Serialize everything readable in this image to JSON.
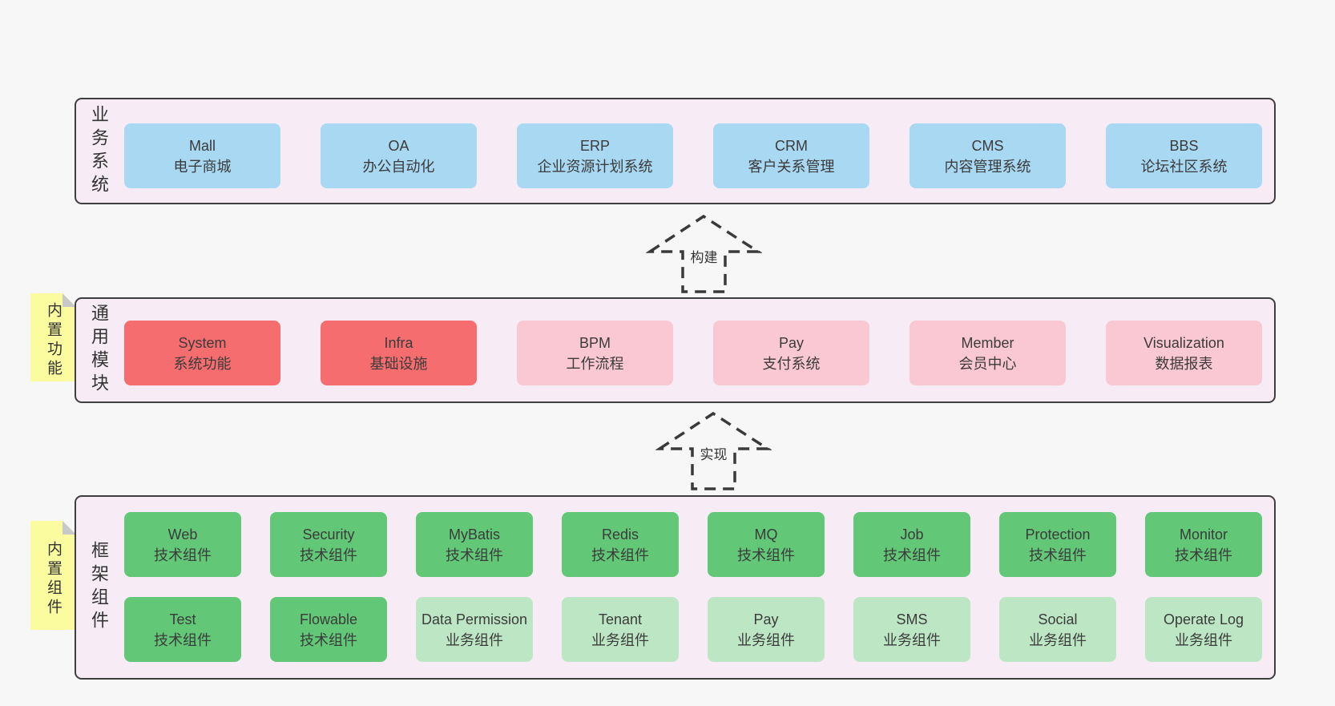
{
  "page": {
    "background": "#f7f7f7"
  },
  "palette": {
    "band_background": "#f7ecf5",
    "band_border": "#3f3f3f",
    "blue": "#a9d8f3",
    "red": "#f56d6f",
    "pink": "#fac8d2",
    "green": "#62c777",
    "lightgreen": "#bde7c4",
    "note_yellow": "#fbfb9f",
    "note_fold_gray": "#c8c8c8",
    "text": "#3b3b3b"
  },
  "arrows": [
    {
      "label": "构建"
    },
    {
      "label": "实现"
    }
  ],
  "bands": [
    {
      "side_label": "业务系统",
      "boxes": [
        {
          "title": "Mall",
          "subtitle": "电子商城",
          "color": "blue"
        },
        {
          "title": "OA",
          "subtitle": "办公自动化",
          "color": "blue"
        },
        {
          "title": "ERP",
          "subtitle": "企业资源计划系统",
          "color": "blue"
        },
        {
          "title": "CRM",
          "subtitle": "客户关系管理",
          "color": "blue"
        },
        {
          "title": "CMS",
          "subtitle": "内容管理系统",
          "color": "blue"
        },
        {
          "title": "BBS",
          "subtitle": "论坛社区系统",
          "color": "blue"
        }
      ]
    },
    {
      "note": "内置功能",
      "side_label": "通用模块",
      "boxes": [
        {
          "title": "System",
          "subtitle": "系统功能",
          "color": "red"
        },
        {
          "title": "Infra",
          "subtitle": "基础设施",
          "color": "red"
        },
        {
          "title": "BPM",
          "subtitle": "工作流程",
          "color": "pink"
        },
        {
          "title": "Pay",
          "subtitle": "支付系统",
          "color": "pink"
        },
        {
          "title": "Member",
          "subtitle": "会员中心",
          "color": "pink"
        },
        {
          "title": "Visualization",
          "subtitle": "数据报表",
          "color": "pink"
        }
      ]
    },
    {
      "note": "内置组件",
      "side_label": "框架组件",
      "rows": [
        [
          {
            "title": "Web",
            "subtitle": "技术组件",
            "color": "green"
          },
          {
            "title": "Security",
            "subtitle": "技术组件",
            "color": "green"
          },
          {
            "title": "MyBatis",
            "subtitle": "技术组件",
            "color": "green"
          },
          {
            "title": "Redis",
            "subtitle": "技术组件",
            "color": "green"
          },
          {
            "title": "MQ",
            "subtitle": "技术组件",
            "color": "green"
          },
          {
            "title": "Job",
            "subtitle": "技术组件",
            "color": "green"
          },
          {
            "title": "Protection",
            "subtitle": "技术组件",
            "color": "green"
          },
          {
            "title": "Monitor",
            "subtitle": "技术组件",
            "color": "green"
          }
        ],
        [
          {
            "title": "Test",
            "subtitle": "技术组件",
            "color": "green"
          },
          {
            "title": "Flowable",
            "subtitle": "技术组件",
            "color": "green"
          },
          {
            "title": "Data Permission",
            "subtitle": "业务组件",
            "color": "lightgreen"
          },
          {
            "title": "Tenant",
            "subtitle": "业务组件",
            "color": "lightgreen"
          },
          {
            "title": "Pay",
            "subtitle": "业务组件",
            "color": "lightgreen"
          },
          {
            "title": "SMS",
            "subtitle": "业务组件",
            "color": "lightgreen"
          },
          {
            "title": "Social",
            "subtitle": "业务组件",
            "color": "lightgreen"
          },
          {
            "title": "Operate Log",
            "subtitle": "业务组件",
            "color": "lightgreen"
          }
        ]
      ]
    }
  ]
}
